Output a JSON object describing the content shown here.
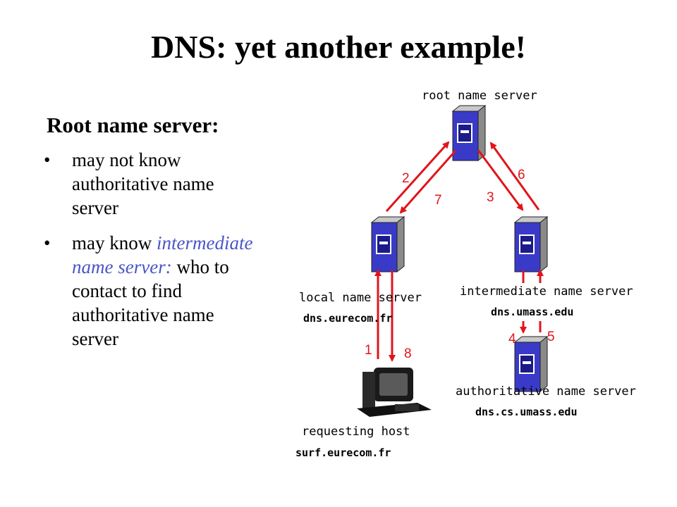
{
  "title": "DNS: yet another example!",
  "heading": "Root name server:",
  "bullets": {
    "b1": "may not know authoritative name server",
    "b2_pre": "may know ",
    "b2_highlight": "intermediate name server:",
    "b2_post": " who to contact to find authoritative name server"
  },
  "nodes": {
    "root": {
      "label": "root name server"
    },
    "local": {
      "label": "local name server",
      "host": "dns.eurecom.fr"
    },
    "intermediate": {
      "label": "intermediate name server",
      "host": "dns.umass.edu"
    },
    "authoritative": {
      "label": "authoritative name server",
      "host": "dns.cs.umass.edu"
    },
    "requesting": {
      "label": "requesting host",
      "host": "surf.eurecom.fr"
    }
  },
  "steps": [
    "1",
    "2",
    "3",
    "4",
    "5",
    "6",
    "7",
    "8"
  ],
  "colors": {
    "arrow": "#e0151b",
    "server_face": "#3a3ac8",
    "server_side": "#8a8a8a",
    "highlight": "#4a55c8"
  },
  "icons": {
    "server": "server-icon",
    "computer": "computer-icon"
  }
}
